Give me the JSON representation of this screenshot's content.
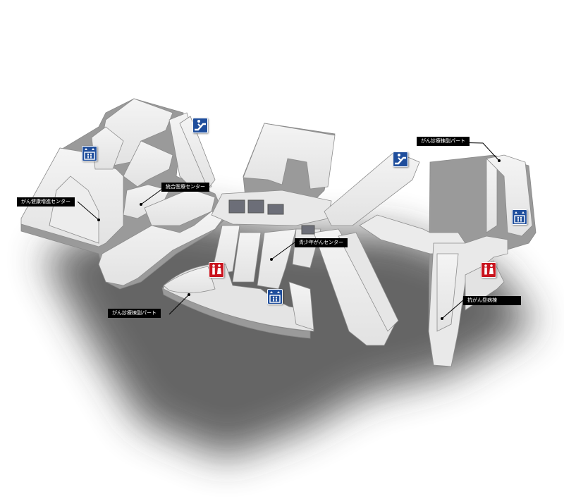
{
  "colors": {
    "elevator": "#1f4e9c",
    "escalator": "#1f4e9c",
    "restroom": "#c8141e",
    "label_bg": "#000000",
    "label_text": "#ffffff"
  },
  "labels": {
    "kenko_zoshin": "がん健康増進センター",
    "togo_iryo": "統合医療センター",
    "shinryo_west": "がん診療棟副パート",
    "shinryo_east": "がん診療棟副パート",
    "seishonen": "青少年がんセンター",
    "kogan": "抗がん昼病棟"
  },
  "icons": {
    "elevator": "elevator-icon",
    "escalator": "escalator-icon",
    "restroom": "restroom-icon"
  }
}
